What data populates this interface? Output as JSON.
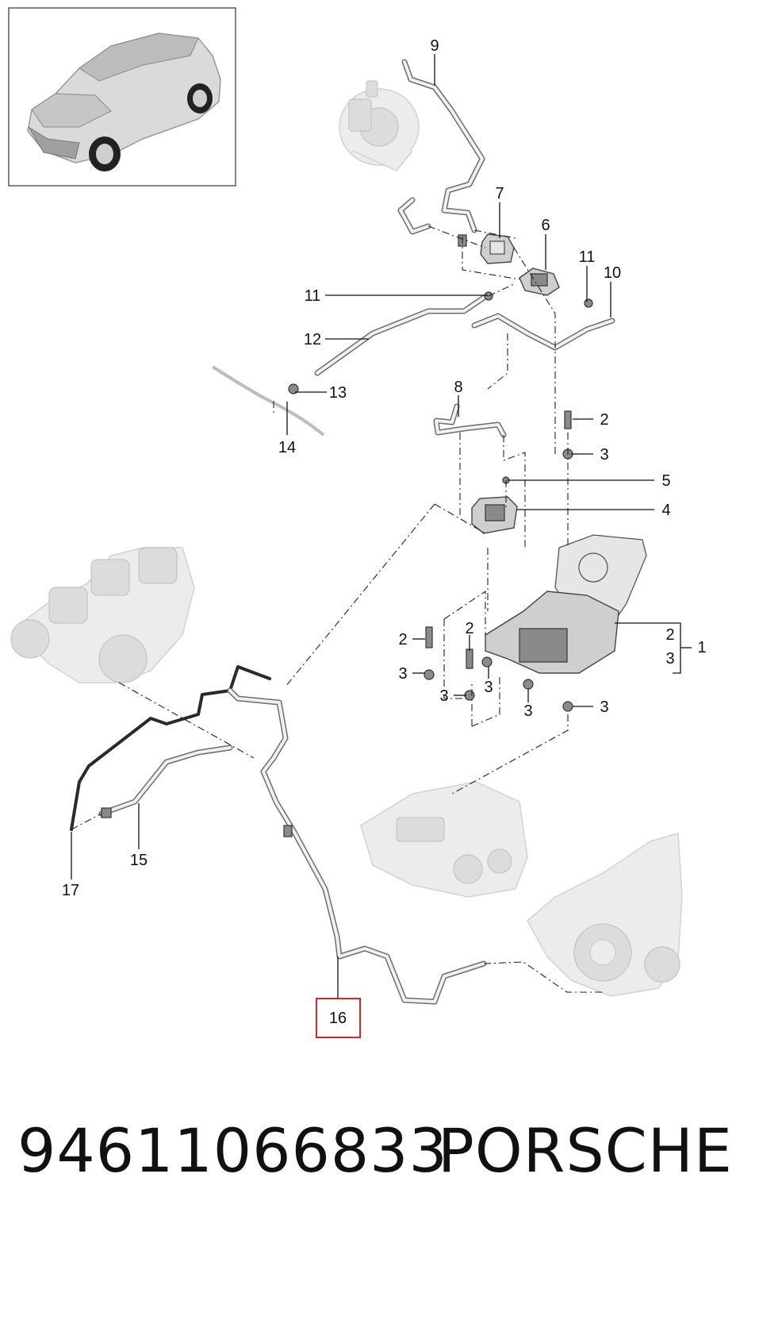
{
  "callouts": {
    "c1": "1",
    "c2a": "2",
    "c2b": "2",
    "c2c": "2",
    "c2d": "2",
    "c3a": "3",
    "c3b": "3",
    "c3c": "3",
    "c3d": "3",
    "c3e": "3",
    "c3f": "3",
    "c3g": "3",
    "c4": "4",
    "c5": "5",
    "c6": "6",
    "c7": "7",
    "c8": "8",
    "c9": "9",
    "c10": "10",
    "c11a": "11",
    "c11b": "11",
    "c12": "12",
    "c13": "13",
    "c14": "14",
    "c15": "15",
    "c16": "16",
    "c17": "17"
  },
  "highlight_color": "#cc2a2a",
  "caption": {
    "part_number": "94611066833",
    "brand": "PORSCHE"
  }
}
